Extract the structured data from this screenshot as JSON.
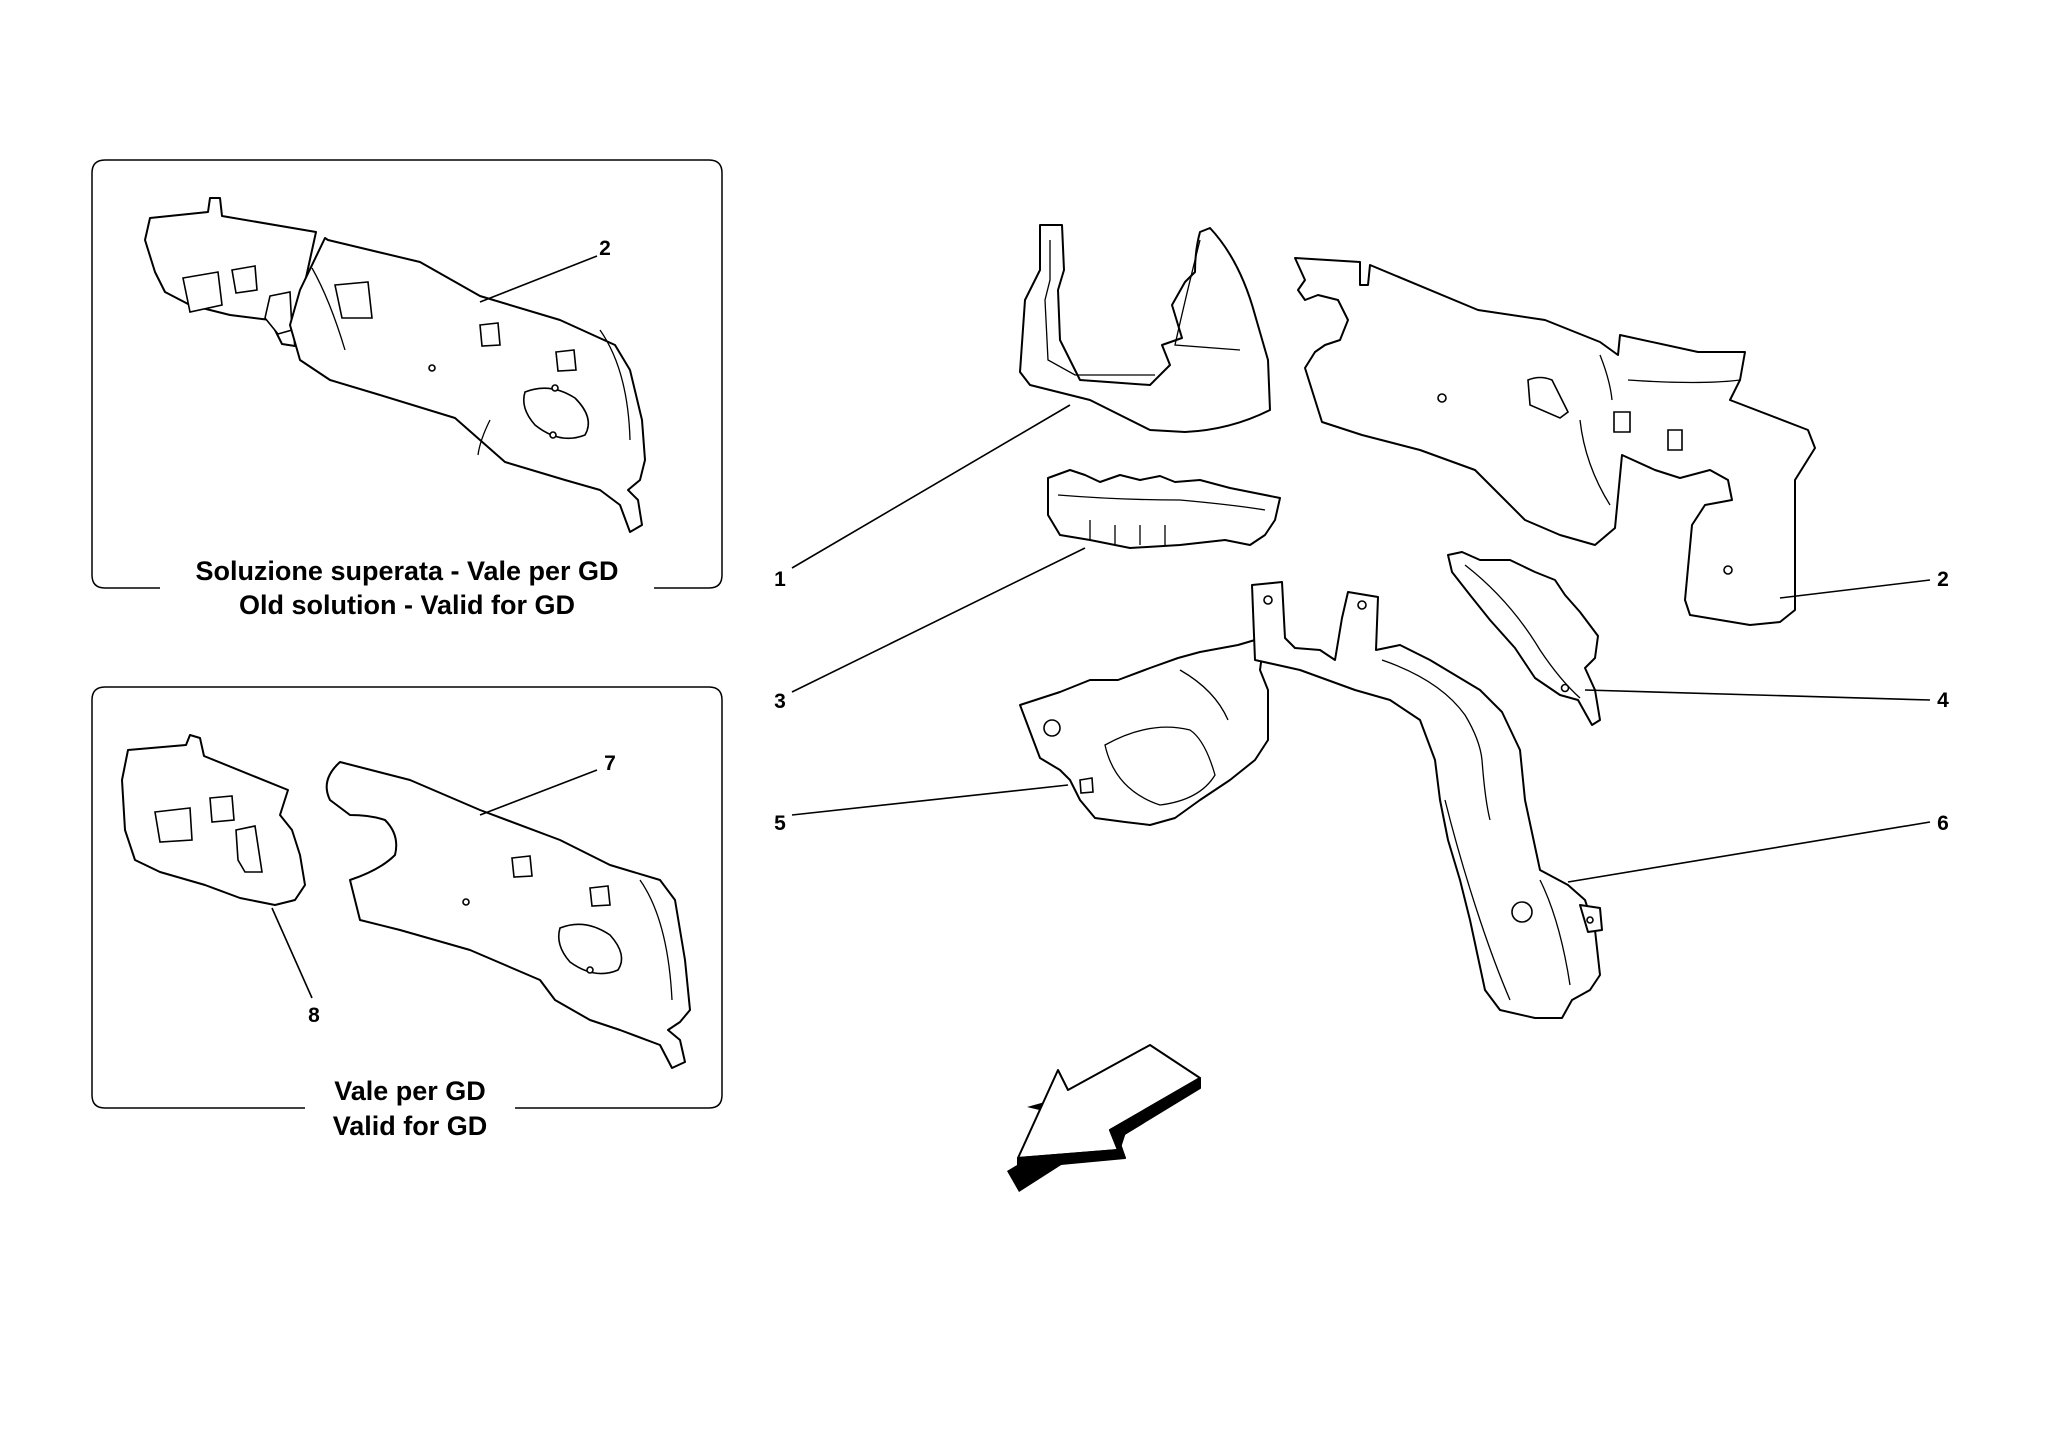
{
  "insets": [
    {
      "caption_line1": "Soluzione superata - Vale per GD",
      "caption_line2": "Old solution - Valid for GD",
      "callouts": [
        "2"
      ]
    },
    {
      "caption_line1": "Vale per GD",
      "caption_line2": "Valid for GD",
      "callouts": [
        "7",
        "8"
      ]
    }
  ],
  "main": {
    "callouts": [
      "1",
      "2",
      "3",
      "4",
      "5",
      "6"
    ]
  },
  "colors": {
    "line": "#000000",
    "background": "#ffffff"
  },
  "icons": {
    "direction_arrow": "front-direction-arrow-icon"
  }
}
